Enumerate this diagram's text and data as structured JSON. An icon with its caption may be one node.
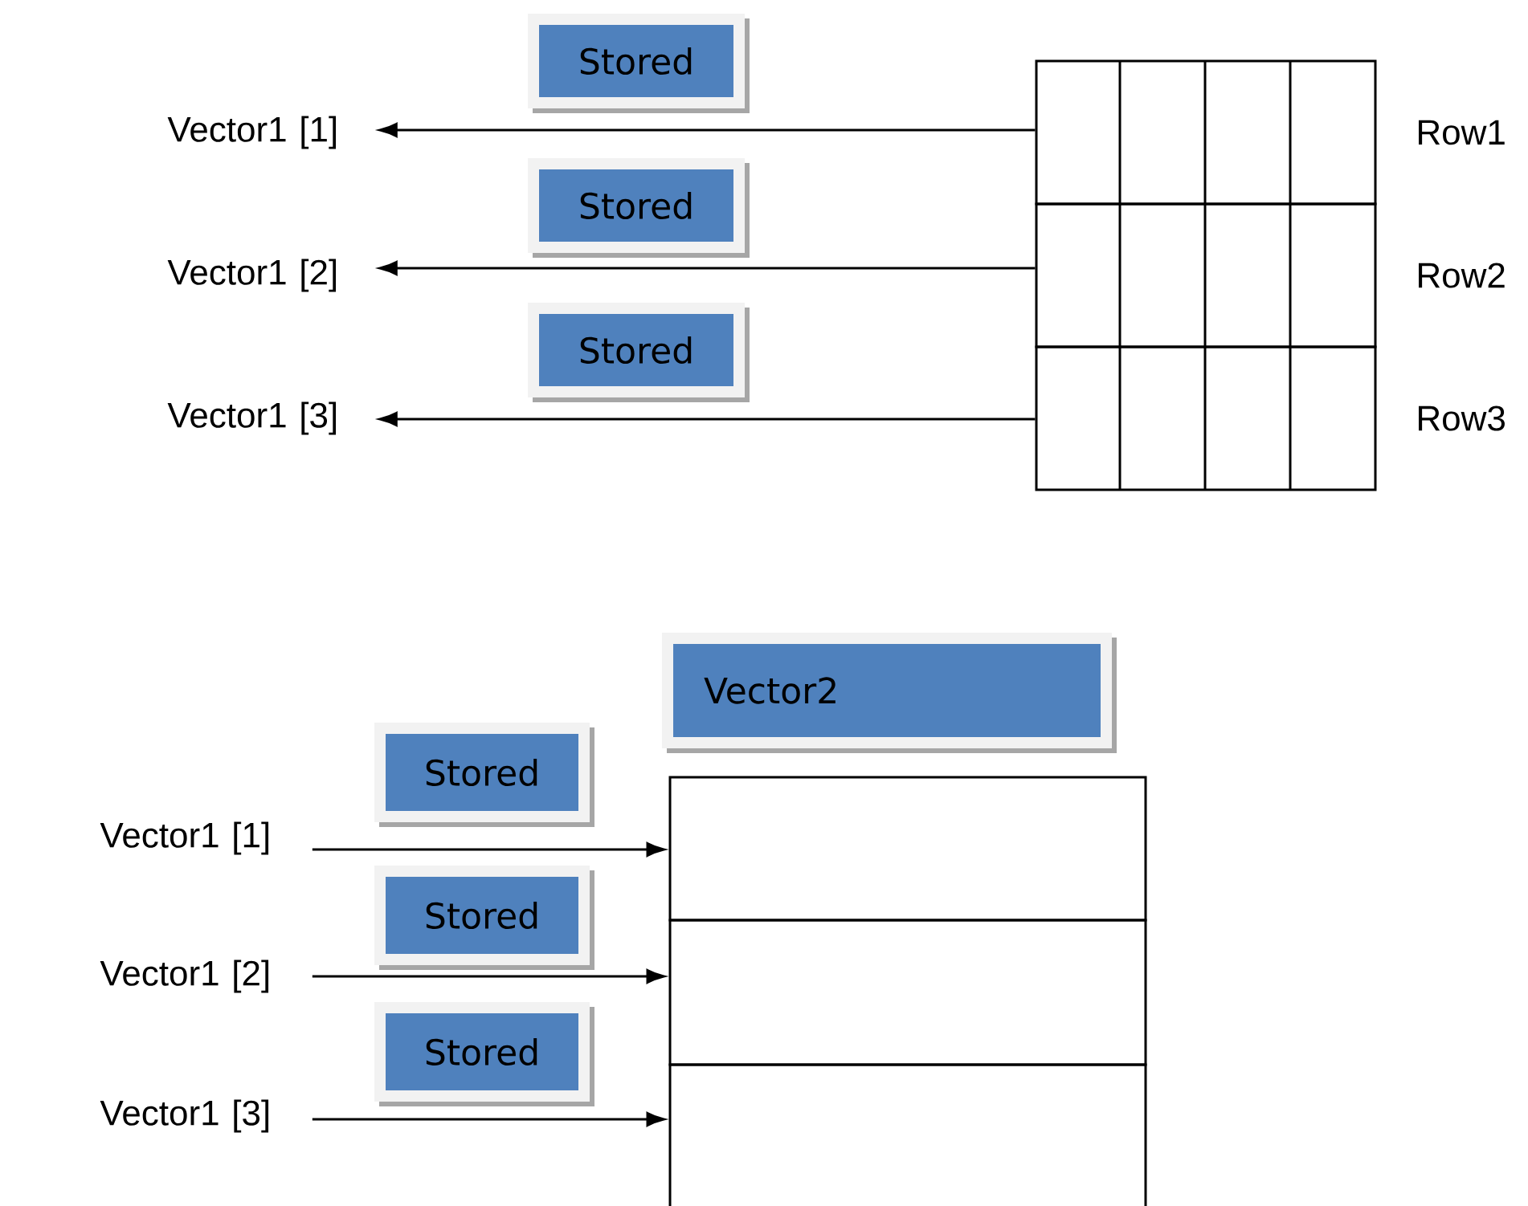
{
  "diagram": {
    "nodes": [
      {
        "text": [
          "Vector1 [1]"
        ]
      },
      {
        "text": [
          "Vector1 [2]"
        ]
      },
      {
        "text": [
          "Vector1 [3]"
        ]
      },
      {
        "text": [],
        "shape": "box",
        "beside": [
          "Row1"
        ]
      },
      {
        "text": [],
        "shape": "box",
        "beside": [
          "Row2"
        ]
      },
      {
        "text": [],
        "shape": "box",
        "beside": [
          "Row3"
        ]
      },
      {
        "text": [
          "Stored"
        ]
      },
      {
        "text": [
          "Stored"
        ]
      },
      {
        "text": [
          "Stored"
        ]
      },
      {
        "text": [
          "Vector1 [1]"
        ]
      },
      {
        "text": [
          "Vector1 [2]"
        ]
      },
      {
        "text": [
          "Vector1 [3]"
        ]
      },
      {
        "text": [
          "Vector2"
        ]
      },
      {
        "text": [
          "Stored"
        ]
      },
      {
        "text": [
          "Stored"
        ]
      },
      {
        "text": [
          "Stored"
        ]
      },
      {
        "text": [],
        "shape": "box"
      },
      {
        "text": [],
        "shape": "box"
      },
      {
        "text": [],
        "shape": "box"
      }
    ],
    "edges": [
      {
        "from": 3,
        "to": 0,
        "arrow": "to"
      },
      {
        "from": 4,
        "to": 1,
        "arrow": "to"
      },
      {
        "from": 5,
        "to": 2,
        "arrow": "to"
      },
      {
        "from": 9,
        "to": 16,
        "arrow": "to"
      },
      {
        "from": 10,
        "to": 17,
        "arrow": "to"
      },
      {
        "from": 11,
        "to": 18,
        "arrow": "to"
      }
    ]
  }
}
